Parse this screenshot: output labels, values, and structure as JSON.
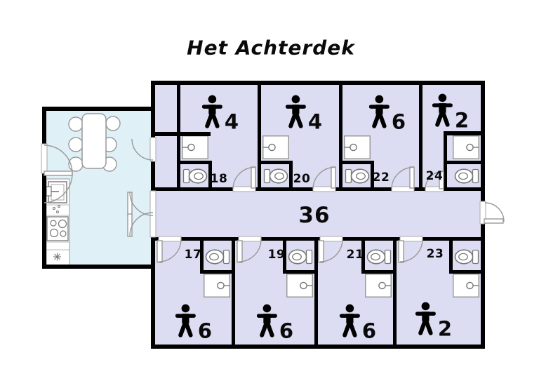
{
  "title": "Het Achterdek",
  "corridor": {
    "number": "36"
  },
  "rooms": [
    {
      "number": "18",
      "capacity": "4"
    },
    {
      "number": "20",
      "capacity": "4"
    },
    {
      "number": "22",
      "capacity": "6"
    },
    {
      "number": "24",
      "capacity": "2"
    },
    {
      "number": "17",
      "capacity": "6"
    },
    {
      "number": "19",
      "capacity": "6"
    },
    {
      "number": "21",
      "capacity": "6"
    },
    {
      "number": "23",
      "capacity": "2"
    }
  ],
  "colors": {
    "room_fill": "#dcddf2",
    "kitchen_fill": "#dff0f6",
    "wall": "#000000"
  }
}
